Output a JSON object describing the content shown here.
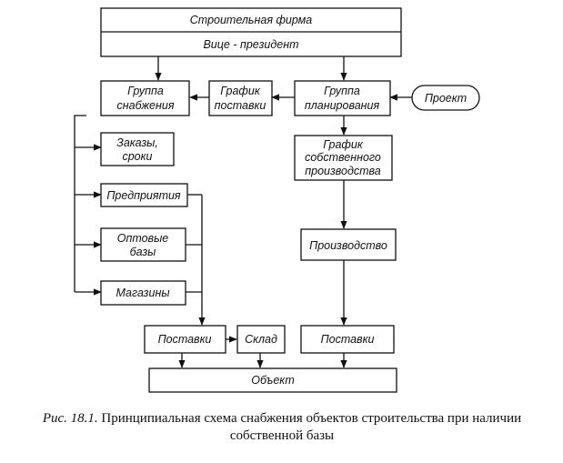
{
  "nodes": {
    "firm": "Строительная фирма",
    "vp": "Вице - президент",
    "supply_group": [
      "Группа",
      "снабжения"
    ],
    "delivery_schedule": [
      "График",
      "поставки"
    ],
    "planning_group": [
      "Группа",
      "планирования"
    ],
    "project": "Проект",
    "orders": [
      "Заказы,",
      "сроки"
    ],
    "own_production_schedule": [
      "График",
      "собственного",
      "производства"
    ],
    "enterprises": "Предприятия",
    "wholesale": [
      "Оптовые",
      "базы"
    ],
    "production": "Производство",
    "shops": "Магазины",
    "deliveries_left": "Поставки",
    "warehouse": "Склад",
    "deliveries_right": "Поставки",
    "object": "Объект"
  },
  "caption": {
    "label": "Рис. 18.1.",
    "text": "Принципиальная схема снабжения объектов строительства при наличии собственной базы"
  }
}
